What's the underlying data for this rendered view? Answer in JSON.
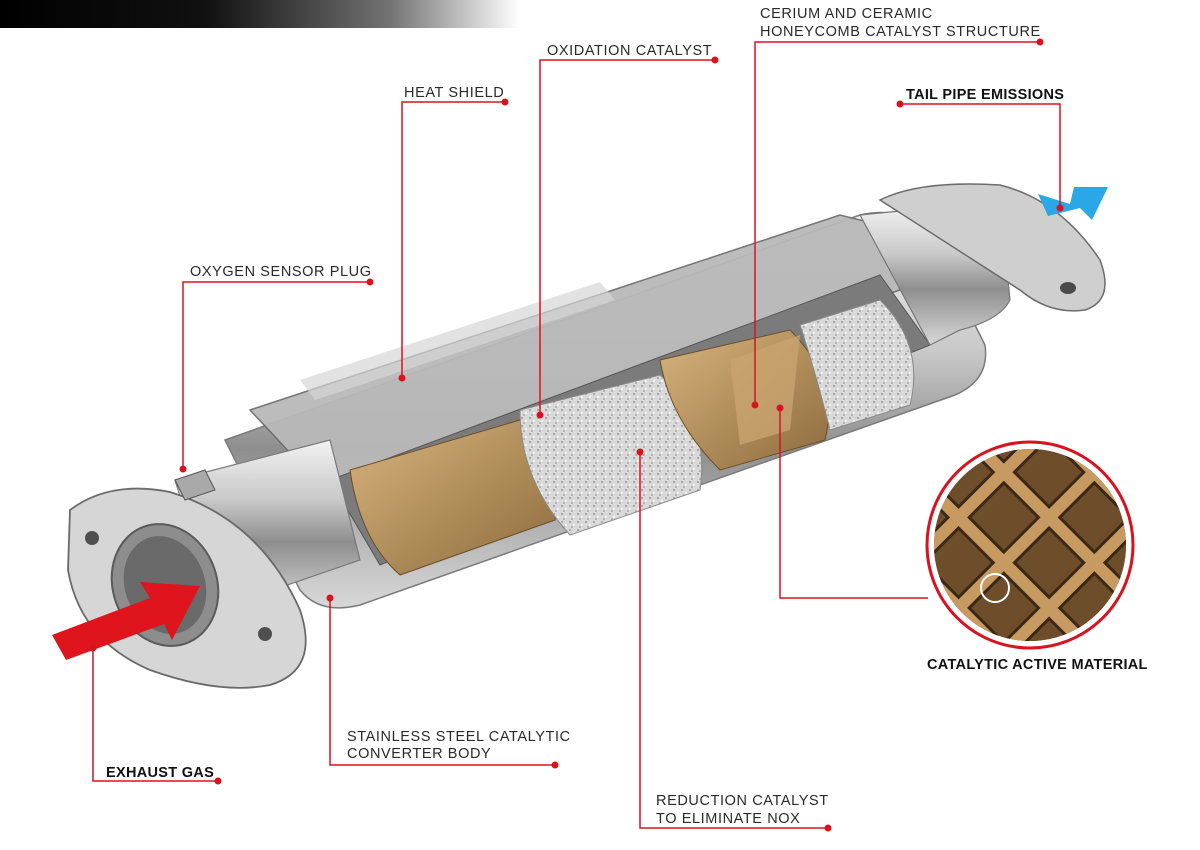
{
  "labels": {
    "cerium_line1": "CERIUM AND CERAMIC",
    "cerium_line2": "HONEYCOMB CATALYST STRUCTURE",
    "oxidation": "OXIDATION CATALYST",
    "heat_shield": "HEAT SHIELD",
    "tail_pipe": "TAIL PIPE EMISSIONS",
    "oxygen_sensor": "OXYGEN SENSOR PLUG",
    "catalytic_active": "CATALYTIC ACTIVE MATERIAL",
    "stainless_line1": "STAINLESS STEEL CATALYTIC",
    "stainless_line2": "CONVERTER BODY",
    "exhaust_gas": "EXHAUST GAS",
    "reduction_line1": "REDUCTION CATALYST",
    "reduction_line2": "TO ELIMINATE NOX"
  },
  "colors": {
    "leader_line": "#d9121f",
    "inlet_arrow": "#e0141c",
    "outlet_arrow": "#2aa7e6",
    "catalyst_brown": "#b08a55"
  },
  "icons": {
    "inlet": "red-arrow",
    "outlet": "blue-arrow",
    "magnifier": "honeycomb-magnifier-circle"
  }
}
